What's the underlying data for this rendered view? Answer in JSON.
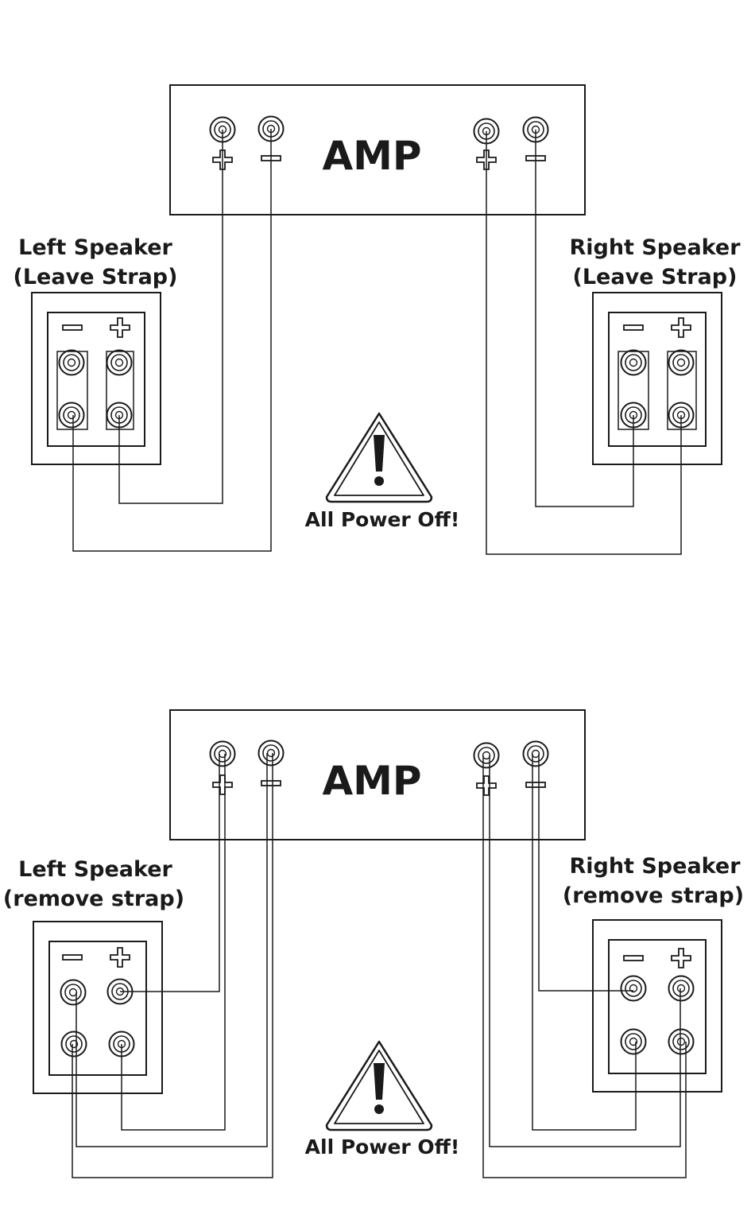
{
  "diagrams": [
    {
      "amp_label": "AMP",
      "left_speaker": {
        "line1": "Left Speaker",
        "line2": "(Leave Strap)"
      },
      "right_speaker": {
        "line1": "Right Speaker",
        "line2": "(Leave Strap)"
      },
      "warning": "All Power Off!"
    },
    {
      "amp_label": "AMP",
      "left_speaker": {
        "line1": "Left Speaker",
        "line2": "(remove strap)"
      },
      "right_speaker": {
        "line1": "Right Speaker",
        "line2": "(remove strap)"
      },
      "warning": "All Power Off!"
    }
  ]
}
